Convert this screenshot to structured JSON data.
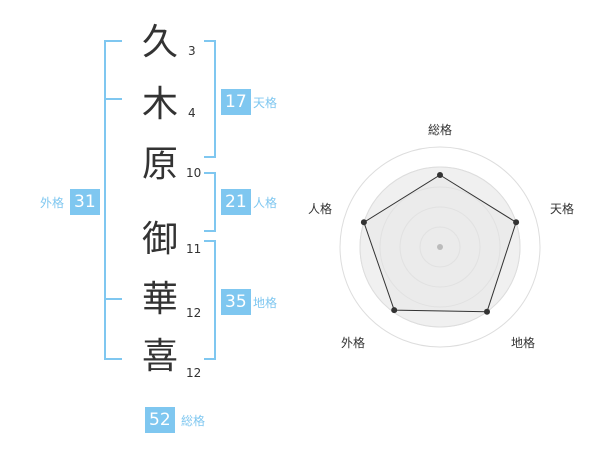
{
  "name": {
    "chars": [
      {
        "char": "久",
        "strokes": "3"
      },
      {
        "char": "木",
        "strokes": "4"
      },
      {
        "char": "原",
        "strokes": "10"
      },
      {
        "char": "御",
        "strokes": "11"
      },
      {
        "char": "華",
        "strokes": "12"
      },
      {
        "char": "喜",
        "strokes": "12"
      }
    ]
  },
  "fortunes": {
    "tenkaku": {
      "value": "17",
      "label": "天格"
    },
    "jinkaku": {
      "value": "21",
      "label": "人格"
    },
    "chikaku": {
      "value": "35",
      "label": "地格"
    },
    "gaikaku": {
      "value": "31",
      "label": "外格"
    },
    "soukaku": {
      "value": "52",
      "label": "総格"
    }
  },
  "chart_data": {
    "type": "radar",
    "axes": [
      "総格",
      "天格",
      "地格",
      "外格",
      "人格"
    ],
    "values": [
      0.72,
      0.8,
      0.8,
      0.78,
      0.8
    ],
    "rings": 5,
    "colors": {
      "grid": "#dddddd",
      "fill": "#f0f0f0",
      "line": "#333333",
      "point": "#333333",
      "center": "#bbbbbb"
    }
  },
  "colors": {
    "accent": "#7fc7f0",
    "text": "#333333"
  }
}
